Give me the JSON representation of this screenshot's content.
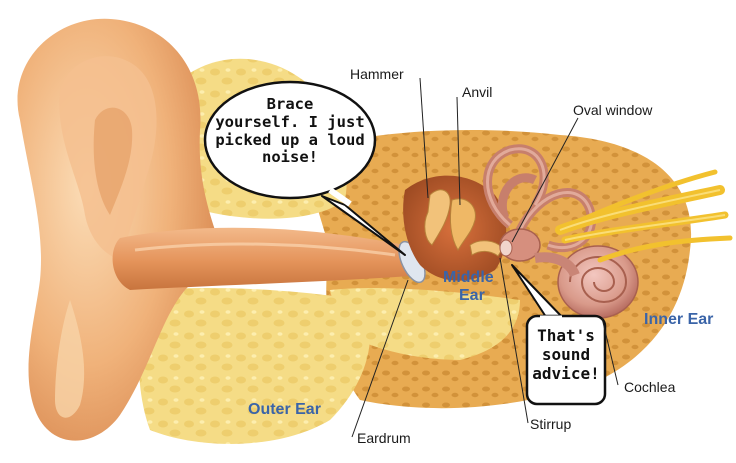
{
  "colors": {
    "skin": "#f0b27a",
    "skin_light": "#f8d3a8",
    "skin_dark": "#d98a52",
    "tissue": "#f5dc86",
    "tissue_cell": "#e9c25a",
    "canal": "#e79a60",
    "bone": "#e6a84c",
    "cochlea": "#d99a8a",
    "nerve": "#f2c12e",
    "region_label": "#3a64a8",
    "label": "#1a1a1a"
  },
  "labels": {
    "hammer": "Hammer",
    "anvil": "Anvil",
    "oval_window": "Oval window",
    "eardrum": "Eardrum",
    "stirrup": "Stirrup",
    "cochlea": "Cochlea"
  },
  "regions": {
    "outer_ear": "Outer Ear",
    "middle_ear_line1": "Middle",
    "middle_ear_line2": "Ear",
    "inner_ear": "Inner Ear"
  },
  "speech_bubbles": {
    "eardrum_line1": "Brace",
    "eardrum_line2": "yourself. I just",
    "eardrum_line3": "picked up a loud",
    "eardrum_line4": "noise!",
    "stirrup_line1": "That's",
    "stirrup_line2": "sound",
    "stirrup_line3": "advice!"
  }
}
